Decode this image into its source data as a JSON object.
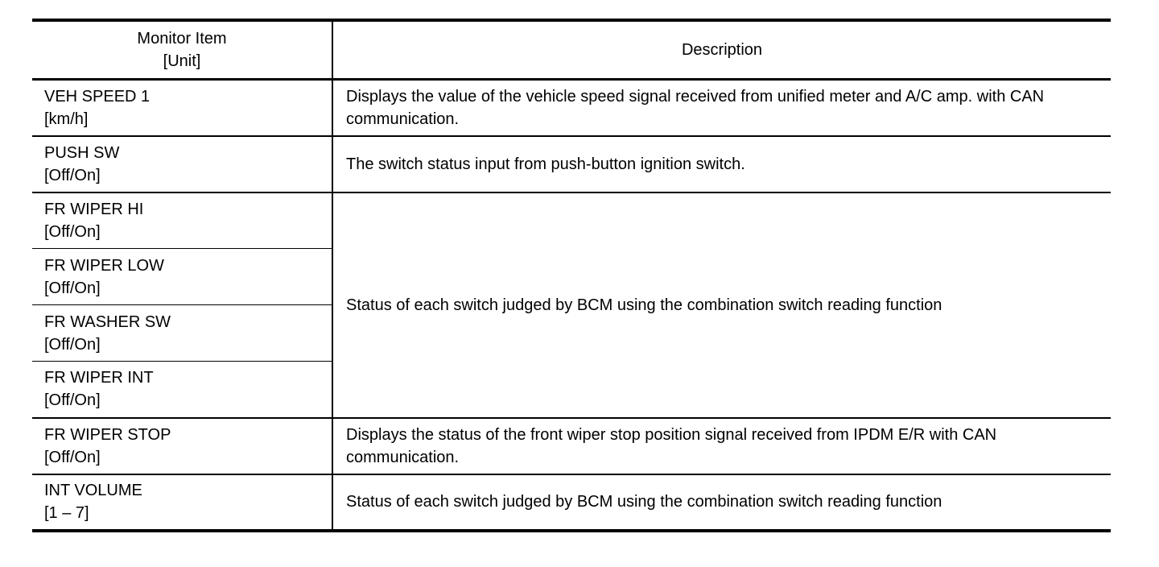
{
  "colors": {
    "background": "#ffffff",
    "border": "#000000",
    "text": "#000000"
  },
  "table": {
    "header": {
      "monitor_item_line1": "Monitor Item",
      "monitor_item_line2": "[Unit]",
      "description": "Description"
    },
    "rows": [
      {
        "item": "VEH SPEED 1",
        "unit": "[km/h]",
        "description": "Displays the value of the vehicle speed signal received from unified meter and A/C amp. with CAN communication."
      },
      {
        "item": "PUSH SW",
        "unit": "[Off/On]",
        "description": "The switch status input from push-button ignition switch."
      },
      {
        "item": "FR WIPER HI",
        "unit": "[Off/On]"
      },
      {
        "item": "FR WIPER LOW",
        "unit": "[Off/On]"
      },
      {
        "item": "FR WASHER SW",
        "unit": "[Off/On]"
      },
      {
        "item": "FR WIPER INT",
        "unit": "[Off/On]"
      },
      {
        "item": "FR WIPER STOP",
        "unit": "[Off/On]",
        "description": "Displays the status of the front wiper stop position signal received from IPDM E/R with CAN communication."
      },
      {
        "item": "INT VOLUME",
        "unit": "[1 – 7]",
        "description": "Status of each switch judged by BCM using the combination switch reading function"
      }
    ],
    "merged_description": "Status of each switch judged by BCM using the combination switch reading function"
  }
}
